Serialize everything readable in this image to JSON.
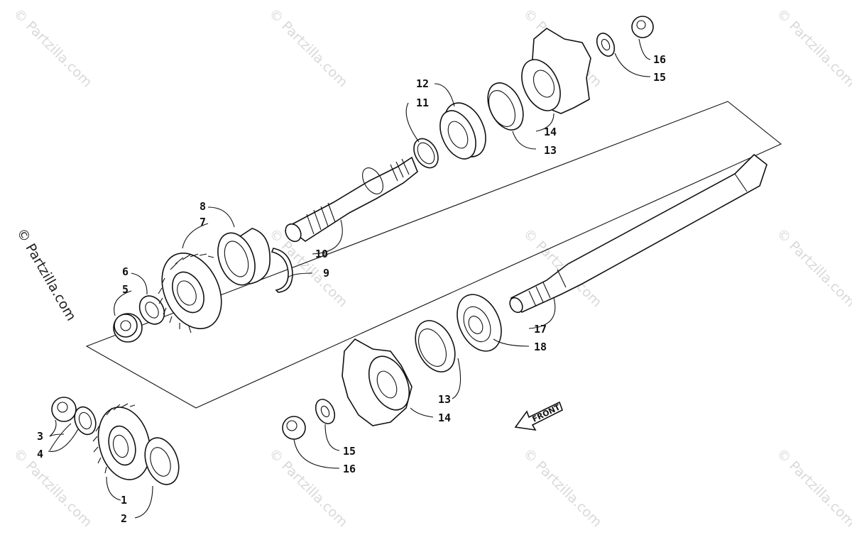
{
  "watermark": "© Partzilla.com",
  "side_watermark": "© Partzilla.com",
  "front_label": "FRONT",
  "labels": {
    "l1": "1",
    "l2": "2",
    "l3": "3",
    "l4": "4",
    "l5": "5",
    "l6": "6",
    "l7": "7",
    "l8": "8",
    "l9": "9",
    "l10": "10",
    "l11": "11",
    "l12": "12",
    "l13a": "13",
    "l14a": "14",
    "l15a": "15",
    "l16a": "16",
    "l13b": "13",
    "l14b": "14",
    "l15b": "15",
    "l16b": "16",
    "l17": "17",
    "l18": "18"
  }
}
